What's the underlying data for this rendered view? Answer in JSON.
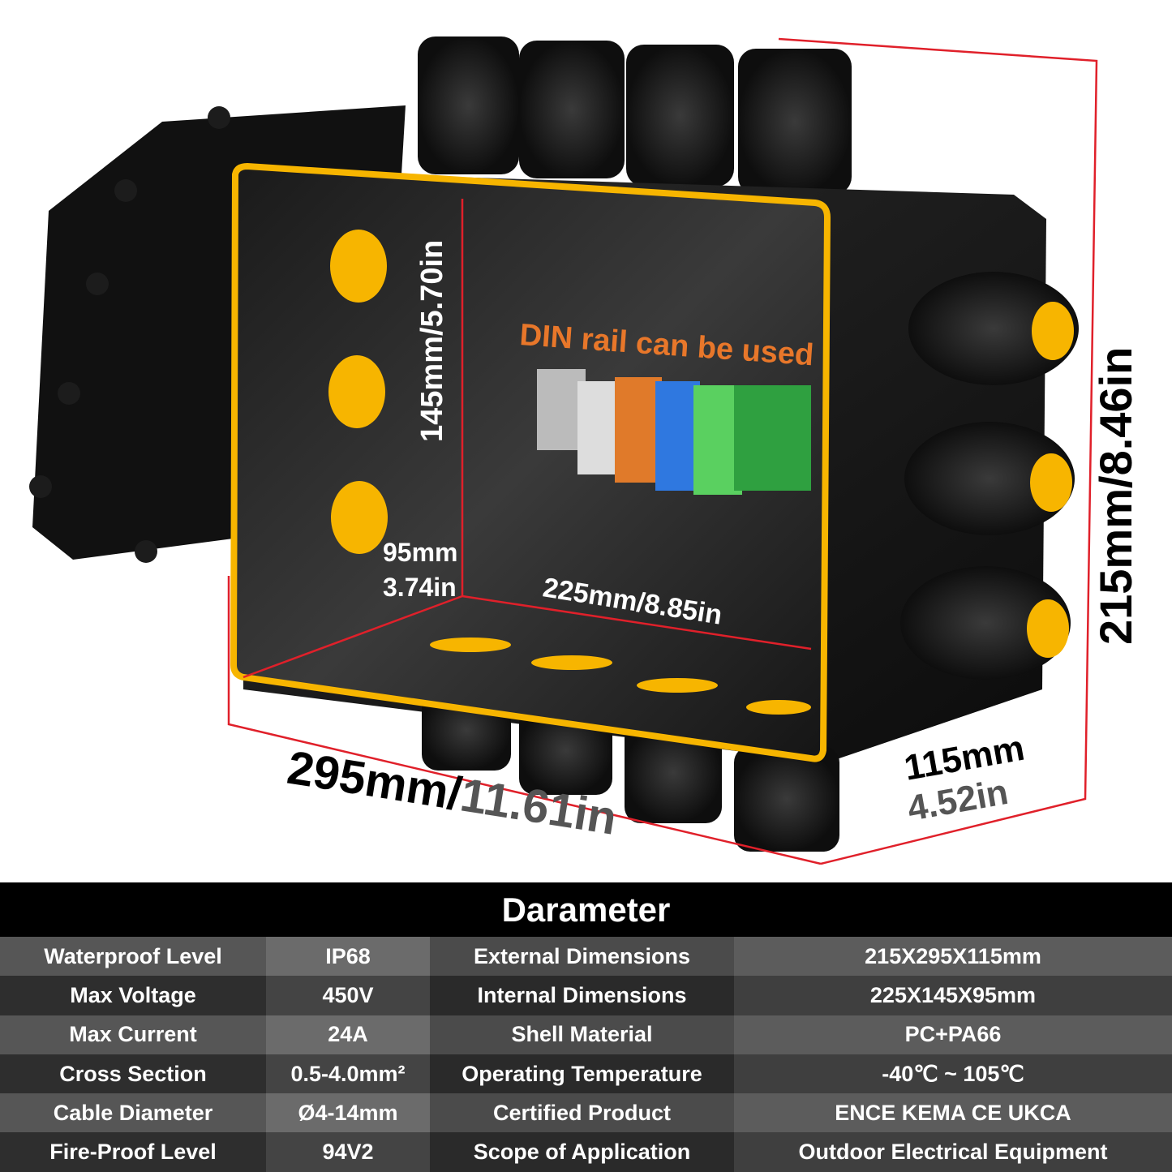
{
  "colors": {
    "accent": "#f7b500",
    "dimension_line": "#e0202a",
    "din_label": "#e8772a"
  },
  "labels": {
    "din": "DIN rail can be used",
    "inner_height": "145mm/5.70in",
    "inner_depth_mm": "95mm",
    "inner_depth_in": "3.74in",
    "inner_width": "225mm/8.85in",
    "width_mm": "295mm/",
    "width_in": "11.61in",
    "depth_mm": "115mm",
    "depth_in": "4.52in",
    "height": "215mm/8.46in"
  },
  "table": {
    "title": "Darameter",
    "rows": [
      [
        "Waterproof Level",
        "IP68",
        "External Dimensions",
        "215X295X115mm"
      ],
      [
        "Max Voltage",
        "450V",
        "Internal Dimensions",
        "225X145X95mm"
      ],
      [
        "Max Current",
        "24A",
        "Shell Material",
        "PC+PA66"
      ],
      [
        "Cross Section",
        "0.5-4.0mm²",
        "Operating Temperature",
        "-40℃ ~ 105℃"
      ],
      [
        "Cable Diameter",
        "Ø4-14mm",
        "Certified Product",
        "ENCE KEMA CE UKCA"
      ],
      [
        "Fire-Proof Level",
        "94V2",
        "Scope of Application",
        "Outdoor Electrical Equipment"
      ]
    ]
  }
}
